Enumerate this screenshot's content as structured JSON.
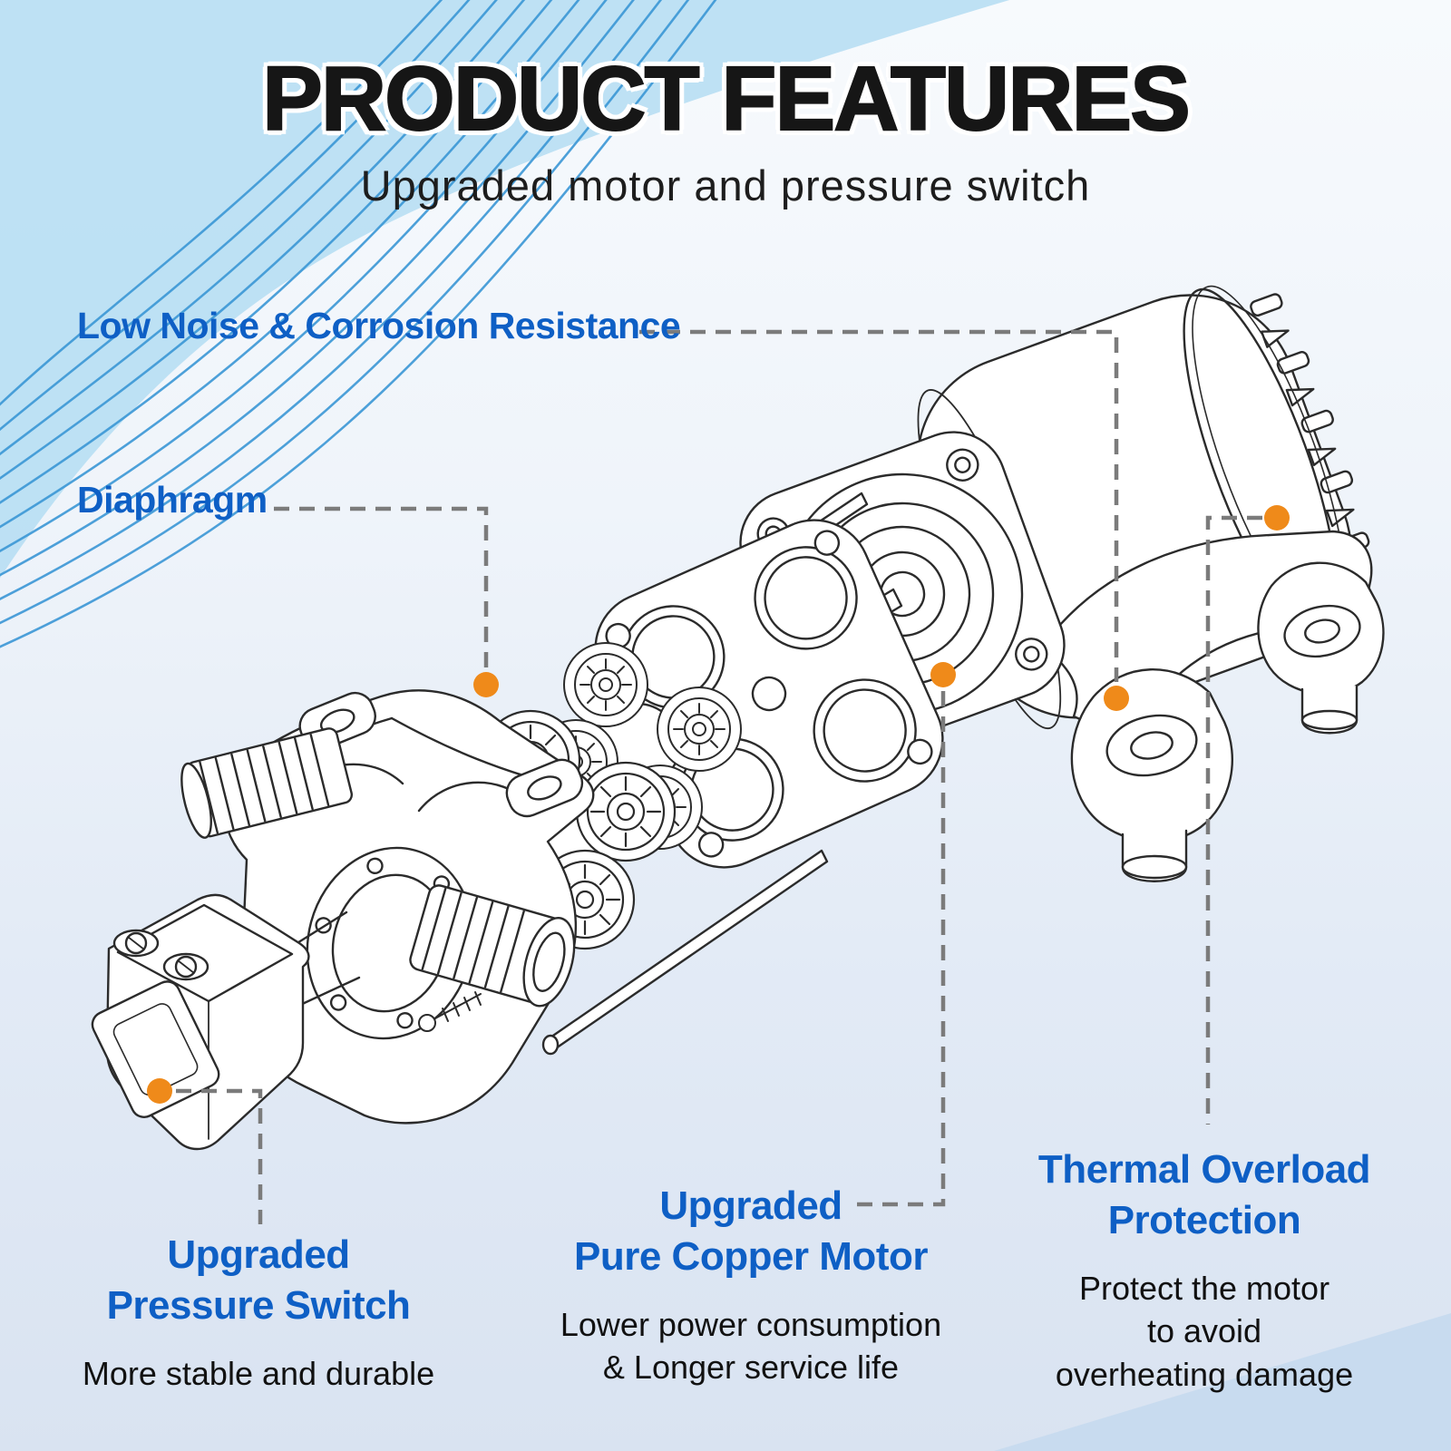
{
  "header": {
    "title": "PRODUCT FEATURES",
    "subtitle": "Upgraded motor and pressure switch"
  },
  "callouts": {
    "low_noise": {
      "label": "Low Noise & Corrosion Resistance"
    },
    "diaphragm": {
      "label": "Diaphragm"
    },
    "pressure_switch": {
      "title": "Upgraded\nPressure Switch",
      "description": "More stable and durable"
    },
    "pure_copper_motor": {
      "title": "Upgraded\nPure Copper Motor",
      "description": "Lower power consumption\n& Longer service life"
    },
    "thermal_overload": {
      "title": "Thermal Overload\nProtection",
      "description": "Protect the motor\nto avoid\noverheating damage"
    }
  },
  "diagram": {
    "type": "exploded-view line drawing",
    "subject": "diaphragm water pump",
    "parts": [
      "pressure-switch",
      "pump-head-valve-housing",
      "threaded-ports",
      "diaphragm-assembly",
      "valve-plate",
      "motor-front-plate",
      "motor-shaft",
      "motor-body",
      "mounting-bracket"
    ]
  },
  "colors": {
    "accent_blue": "#0e5fc5",
    "marker_orange": "#ef8a1a",
    "connector_gray": "#7b7b7b",
    "line_ink": "#2b2b2b",
    "wave_blue": "#3b97d6",
    "wave_fill": "#b9def3",
    "corner_band": "#c8dbef"
  }
}
